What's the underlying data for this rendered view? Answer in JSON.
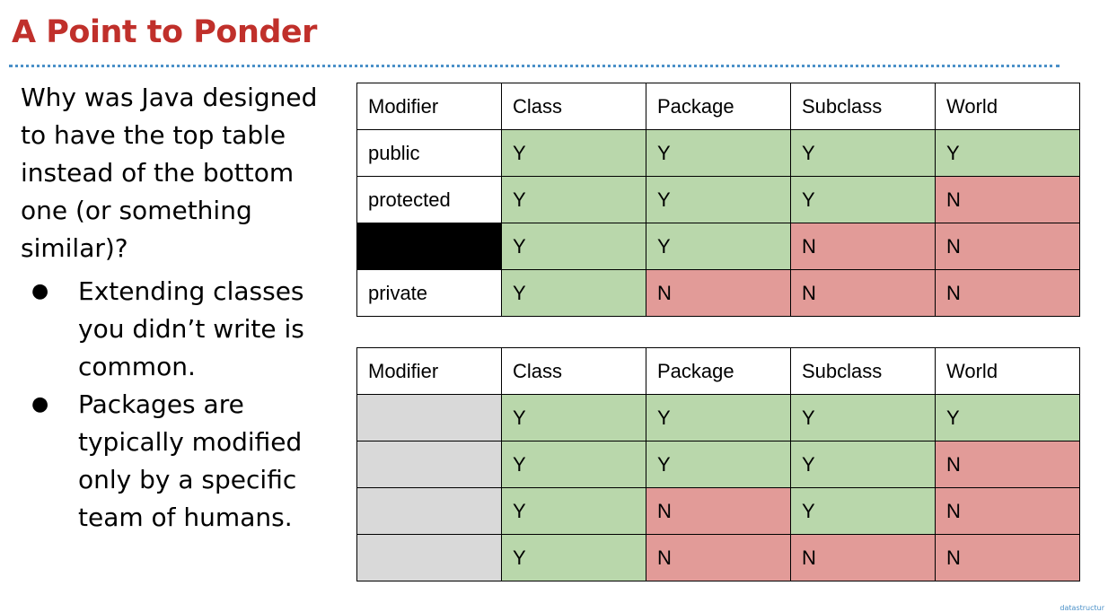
{
  "slide": {
    "title": "A Point to Ponder",
    "question": "Why was Java designed to have the top table instead of the bottom one (or something similar)?",
    "bullets": [
      "Extending classes you didn’t write is common.",
      "Packages are typically modified only by a specific team of humans."
    ],
    "bullet_glyph": "●",
    "footer": "datastructur"
  },
  "colors": {
    "title": "#c0302b",
    "yes": "#b9d7ab",
    "no": "#e29b98",
    "hidden_cell": "#000000",
    "blank_cell": "#d9d9d9",
    "dotted_rule": "#4a90c8"
  },
  "tables": {
    "headers": [
      "Modifier",
      "Class",
      "Package",
      "Subclass",
      "World"
    ],
    "top": {
      "rows": [
        {
          "modifier": "public",
          "cells": [
            "Y",
            "Y",
            "Y",
            "Y"
          ]
        },
        {
          "modifier": "protected",
          "cells": [
            "Y",
            "Y",
            "Y",
            "N"
          ]
        },
        {
          "modifier": "",
          "cells": [
            "Y",
            "Y",
            "N",
            "N"
          ]
        },
        {
          "modifier": "private",
          "cells": [
            "Y",
            "N",
            "N",
            "N"
          ]
        }
      ]
    },
    "bottom": {
      "rows": [
        {
          "modifier": "",
          "cells": [
            "Y",
            "Y",
            "Y",
            "Y"
          ]
        },
        {
          "modifier": "",
          "cells": [
            "Y",
            "Y",
            "Y",
            "N"
          ]
        },
        {
          "modifier": "",
          "cells": [
            "Y",
            "N",
            "Y",
            "N"
          ]
        },
        {
          "modifier": "",
          "cells": [
            "Y",
            "N",
            "N",
            "N"
          ]
        }
      ]
    }
  }
}
